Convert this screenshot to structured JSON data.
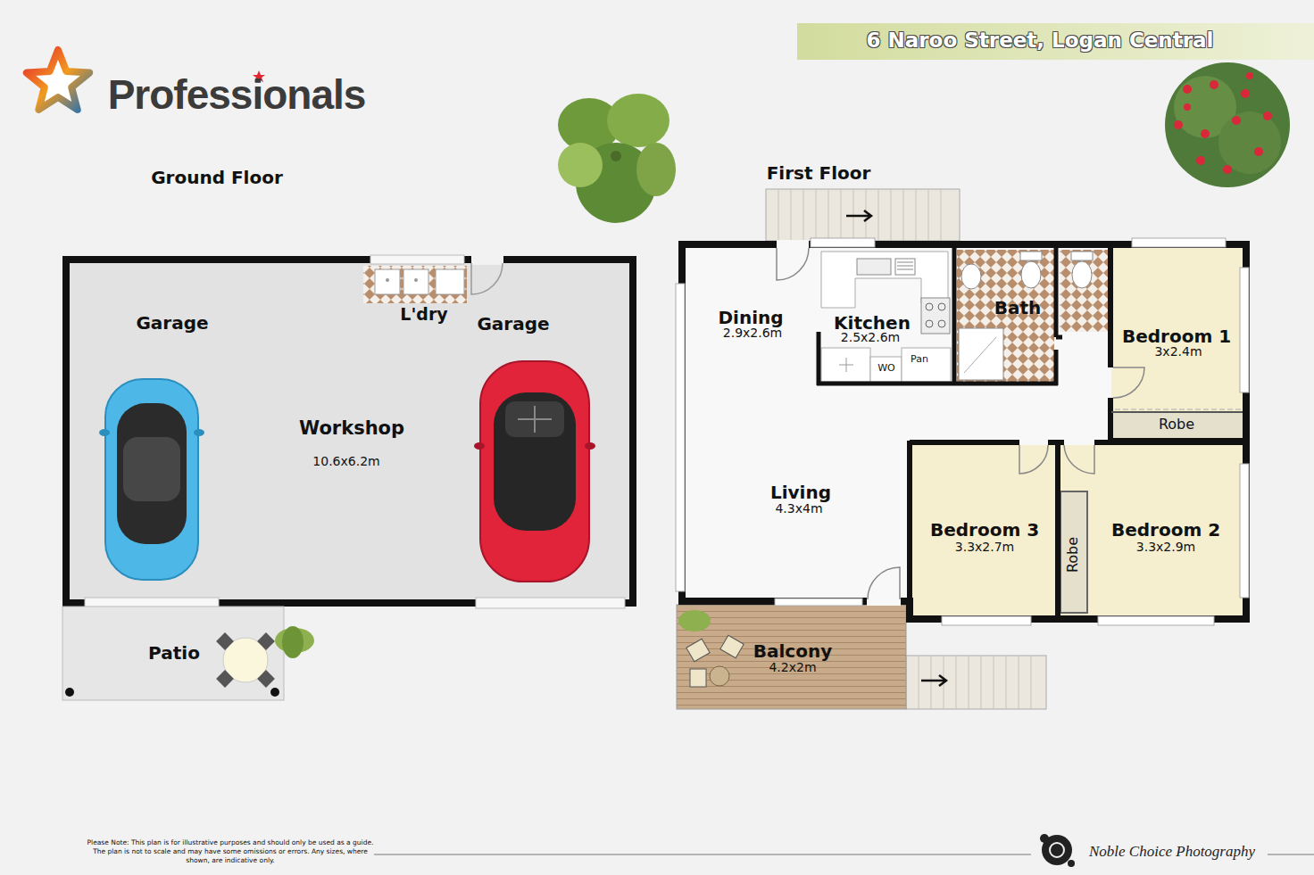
{
  "diagram": {
    "title": "6 Naroo Street, Logan Central",
    "caption": "Please Note: This plan is for illustrative purposes and should only be used as a guide. The plan is not to scale and may have some omissions or errors. Any sizes, where shown, are indicative only.",
    "nodes": [
      {
        "text": [
          "Garage",
          "L'dry",
          "Garage",
          "Workshop",
          "10.6x6.2m"
        ]
      },
      {
        "text": [
          "Patio"
        ]
      },
      {
        "text": [
          "Dining",
          "2.9x2.6m",
          "Living",
          "4.3x4m"
        ]
      },
      {
        "text": [
          "Kitchen",
          "2.5x2.6m"
        ],
        "in": 2
      },
      {
        "text": [
          "Bath"
        ],
        "in": 2
      },
      {
        "text": [
          "Bedroom 1",
          "3x2.4m"
        ],
        "in": 2
      },
      {
        "text": [
          "Robe"
        ],
        "in": 2
      },
      {
        "text": [
          "Bedroom 3",
          "3.3x2.7m"
        ],
        "in": 2
      },
      {
        "text": [
          "Bedroom 2",
          "3.3x2.9m"
        ],
        "in": 2
      },
      {
        "text": [
          "Robe"
        ],
        "in": 8
      },
      {
        "text": [
          "Balcony",
          "4.2x2m"
        ]
      }
    ],
    "labels": [
      "Professionals",
      "Ground Floor",
      "First Floor",
      "WO",
      "Pan",
      "Noble Choice Photography"
    ]
  }
}
